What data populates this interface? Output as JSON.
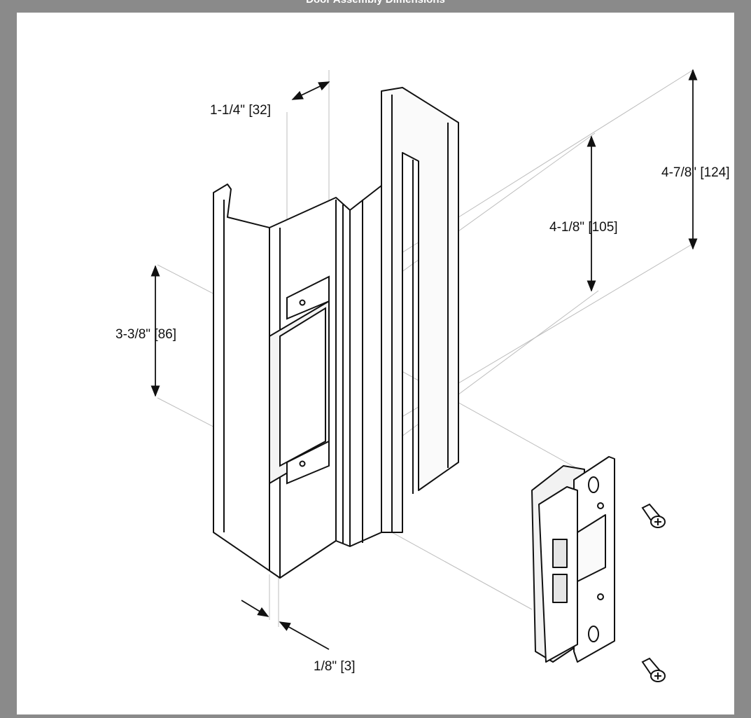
{
  "header": {
    "title": "Door Assembly Dimensions"
  },
  "dimensions": {
    "cutout_depth": "1-1/4\" [32]",
    "strike_height_inner": "4-1/8\" [105]",
    "strike_height_outer": "4-7/8\" [124]",
    "cutout_height": "3-3/8\" [86]",
    "lip_offset": "1/8\" [3]"
  },
  "colors": {
    "frame_background": "#8a8a8a",
    "sheet_background": "#ffffff",
    "line_color": "#111111",
    "extension_line_color": "#bdbdbd"
  },
  "icons": {
    "screw_top": "phillips-screw-icon",
    "screw_bottom": "phillips-screw-icon"
  }
}
